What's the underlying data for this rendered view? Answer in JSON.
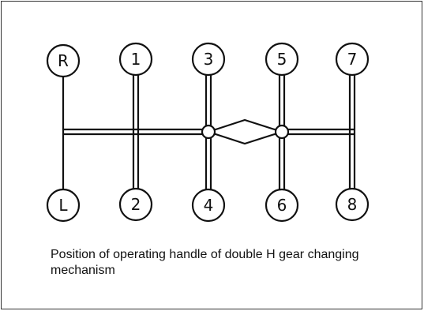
{
  "diagram": {
    "top_row": [
      "R",
      "1",
      "3",
      "5",
      "7"
    ],
    "bottom_row": [
      "L",
      "2",
      "4",
      "6",
      "8"
    ]
  },
  "caption": "Position of operating handle of double H gear changing mechanism"
}
